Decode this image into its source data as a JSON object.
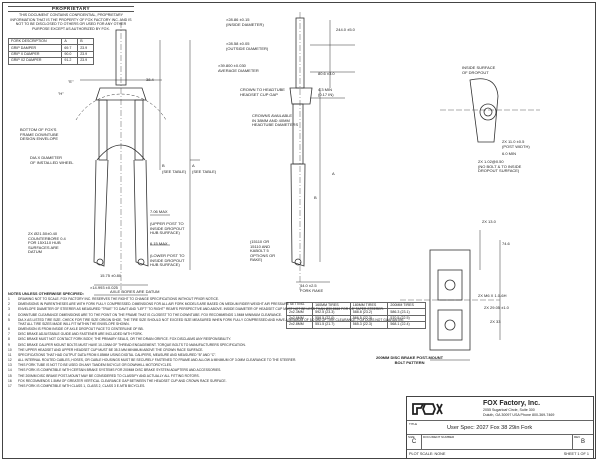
{
  "proprietary": {
    "title": "PROPRIETARY",
    "text": "THIS DOCUMENT CONTAINS CONFIDENTIAL, PROPRIETARY INFORMATION THAT IS THE PROPERTY OF FOX FACTORY INC. AND IS NOT TO BE DISCLOSED TO OTHERS OR USED FOR ANY OTHER PURPOSE EXCEPT AS AUTHORIZED BY FOX."
  },
  "fork_table": {
    "headers": [
      "FORK DESCRIPTION",
      "A",
      "B"
    ],
    "rows": [
      [
        "GRIP DAMPER",
        "69.7",
        "23.9"
      ],
      [
        "GRIP X DAMPER",
        "90.0",
        "23.9"
      ],
      [
        "GRIP X2 DAMPER",
        "91.2",
        "23.9"
      ]
    ]
  },
  "labels": {
    "e": "\"E\"",
    "h": "\"H\"",
    "b1": "B",
    "b_note": "(SEE TABLE)",
    "a1": "A",
    "a_note": "(SEE TABLE)",
    "dim_38_4": "38.4",
    "crown_note": "BOTTOM OF FOX'S\nFRAME DOWNTUBE\nDESIGN ENVELOPE",
    "wheel_note": "DIA X DIAMETER\nOF INSTALLED WHEEL",
    "dim_7_06": "7.06 MAX",
    "dim_7_06_note": "(UPPER POST TO\nINSIDE DROPOUT\nHUB SURFACE)",
    "dim_6_15": "6.15 MAX",
    "dim_6_15_note": "(LOWER POST TO\nINSIDE DROPOUT\nHUB SURFACE)",
    "counterbore": "2X Ø21.50±0.40\nCOUNTERBORE 0.4\nFOR 15X110 HUB\nSURFACES ARE\nDATUM",
    "dim_15_75": "15.75 ±0.80",
    "dim_14_9": "×14.993 ±0.025",
    "axle_note": "AXLE BORES ARE DATUM",
    "steerer_top": "×28.86 ±0.15\n(INSIDE DIAMETER)",
    "steerer_out": "×28.58 ±0.05\n(OUTSIDE DIAMETER)",
    "avg_dia": "×39.800 ±0.030\nAVERAGE DIAMETER",
    "dim_244": "244.0 ±5.0",
    "dim_80_6": "80.6 ±3.0",
    "crown_hb": "CROWN TO HEADTUBE\nHEADSET CUP GAP",
    "dim_4_3": "4.3 MIN\n(0.17 IN)",
    "crowns_avail": "CROWNS AVAILABLE\nIN 38MM AND 40MM\nHEADTUBE DIAMETERS",
    "a2": "A",
    "b2": "B",
    "dim_44": "44.0 ±2.5\nFORK RAKE",
    "rake_note": "(15110 OR\n15110 AND\nKABOLT 5\nOPTIONS OR\nRAKE)",
    "dropout_note": "INSIDE SURFACE\nOF DROPOUT",
    "post_width": "2X 11.0 ±0.5\n(POST WIDTH)",
    "dim_6_0": "6.0 MIN",
    "dim_29": "2X 29.05 ±1.0",
    "post_dist": "2X 1.02@0.50\n(NO BOLT & TO INSIDE\nDROPOUT SURFACE)",
    "dim_13": "2X 13.0",
    "dim_74_6": "74.6",
    "thread": "2X M6 X 1.0-6H",
    "dim_33": "2X 33",
    "brake_title": "200MM DISC BRAKE POST-MOUNT\nBOLT PATTERN"
  },
  "spec_table": {
    "headers": [
      "",
      "160MM TIRES",
      "180MM TIRES",
      "200MM TIRES"
    ],
    "rows": [
      [
        "2x2.3MM",
        "592.5 (23.3)",
        "588.8 (23.2)",
        "586.3 (23.1)"
      ],
      [
        "2x2.6MM",
        "558.5 (22.0)",
        "566.5 (22.3)",
        "570.5 (22.5)"
      ],
      [
        "2x2.8MM",
        "551.5 (21.7)",
        "565.3 (22.3)",
        "",
        "568.1 (22.4)"
      ]
    ]
  },
  "notes": {
    "title": "NOTES UNLESS OTHERWISE SPECIFIED:",
    "items": [
      "DRAWING NOT TO SCALE. FOX FACTORY INC. RESERVES THE RIGHT TO CHANGE SPECIFICATIONS WITHOUT PRIOR NOTICE.",
      "DIMENSIONS IN PARENTHESES ARE WITH FORK FULLY COMPRESSED. DIMENSIONS FOR ALL AIR FORK MODELS ARE BASED ON MEDIUM RIDER WEIGHT AIR PRESSURE SETTING.",
      "ENVELOPE DIAMETER OF STEERER AS MEASURED \"TRUE\" TO DAVIT AND \"LEFT\" TO RIGHT\" REAR'S PERSPECTIVE AND ABOVE. INSIDE DIAMETER OF HEADSET CUP MUST NOT BE LESS THAN Ø30.8MM FOR 1.5\" TAPER STEERER.",
      "DOWNTUBE CLEARANCE DIMENSIONS ARE TO THE POINT ON THE FRAME THAT IS CLOSEST TO THE DOWNTUBE. FOX RECOMMENDS 1.5MM MINIMUM CLEARANCE.",
      "DIA X AS LISTED TIRE SIZE. CHECK FOR TIRE SIZE ORIGIN SHOE. THE TIRE SIZE SHOULD NOT EXCEED SIZE MEASURED WHEN FORK FULLY COMPRESSED AND HAVE A MINIMUM OF 5.0 MM OF TIRE CLEARANCE. FOX DOES NOT GUARANTEE THAT ALL TIRE SIZES MADE WILL FIT WITHIN THE ENVELOPE SHOWN.",
      "DIMENSION IS FROM INSIDE OF AXLE DROPOUT FACE TO CENTERLINE OF BB.",
      "DISC BRAKE ADJUSTABLE GUIDE AND FASTENER ARE INCLUDED WITH FORK.",
      "DISC BRAKE MUST NOT CONTACT FORK BODY, THE PRIMARY SEALS, OR THE DRAIN ORIFICE. FOX DISCLAIMS ANY RESPONSIBILITY.",
      "DISC BRAKE CALIPER MOUNT BOLTS MUST HAVE 10-13NM OF THREAD ENGAGEMENT. TORQUE BOLTS TO MANUFACTURERS SPECIFICATION.",
      "THE UPPER HEADSET AND UPPER HEADSET CUP MUST BE 35.3 MM MINIMUM ABOVE THE CROWN RACE SURFACE.",
      "SPECIFICATIONS THAT HAD OUTPUT DATA FROM 0.85MM USING DIGITAL CALIPERS, MEASURE AND MEASURED \"B\" AND \"C\".",
      "ALL INTERNAL ROUTED CABLES, HOSES, OR CABLE HOUSINGS MUST BE SECURELY FASTENED TO FRAME AND ALLOW A MINIMUM OF 3.0MM CLEARANCE TO THE STEERER.",
      "THIS FORK TUBE IS NOT TO BE USED ON ANY TANDEM BICYCLE OR DOWNHILL MOTORCYCLES.",
      "THIS FORK IS COMPATIBLE WITH CERTAIN BRAKE SYSTEMS FOR 200MM DISC BRAKE SYSTEM ADAPTERS AND ACCESSORIES.",
      "THE 200MM DISC BRAKE POST-MOUNT MAY BE CONSIDERED TO CLASSIFY AND ACTUALLY ALL FITTING ROTORS.",
      "FOX RECOMMENDS 1.5MM OF GREATER VERTICAL CLEARANCE GAP BETWEEN THE HEADSET CUP AND CROWN RACE SURFACE.",
      "THIS FORK IS COMPATIBLE WITH CLASS 1, CLASS 2, CLASS 3 E-MTB BICYCLES."
    ]
  },
  "title_block": {
    "company": "FOX Factory, Inc.",
    "address1": "2055 Sugarloaf Circle, Suite 300",
    "address2": "Duluth, GA 30097 USA Phone 800-369-7469",
    "title_label": "TITLE",
    "title": "User Spec: 2027 Fox 38 29in Fork",
    "size_label": "SIZE",
    "size": "C",
    "docnum_label": "DOCUMENT NUMBER",
    "docnum": "",
    "rev_label": "REV",
    "rev": "B",
    "scale_label": "PLOT SCALE: NONE",
    "sheet_label": "SHEET 1 OF 1"
  },
  "colors": {
    "line": "#444444",
    "text": "#222222"
  }
}
